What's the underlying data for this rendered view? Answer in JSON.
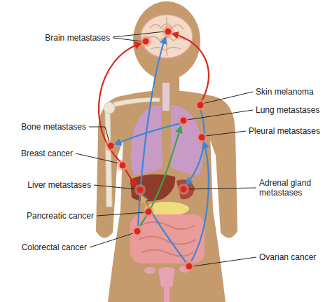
{
  "diagram": {
    "labels": [
      "Brain metastases",
      "Skin melanoma",
      "Lung metastases",
      "Pleural metastases",
      "Bone metastases",
      "Breast cancer",
      "Liver metastases",
      "Adrenal gland metastases",
      "Pancreatic cancer",
      "Colorectal cancer",
      "Ovarian cancer"
    ]
  }
}
